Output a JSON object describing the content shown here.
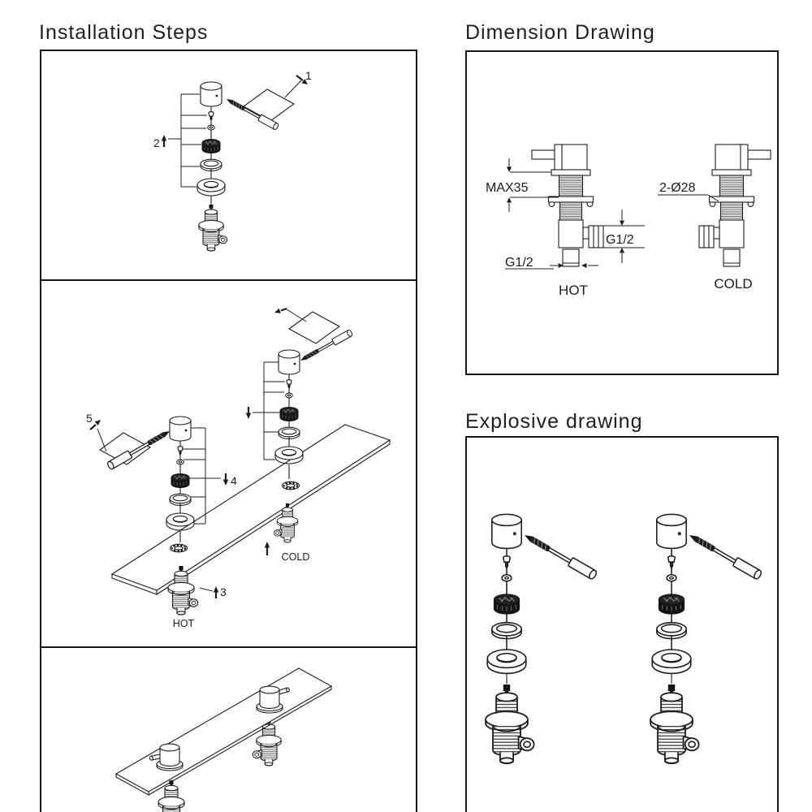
{
  "ink_color": "#1b1b1b",
  "installation": {
    "title": "Installation Steps",
    "step1": "1",
    "step2": "2",
    "step3": "3",
    "step4": "4",
    "step5": "5",
    "hot": "HOT",
    "cold": "COLD"
  },
  "dimension": {
    "title": "Dimension Drawing",
    "max_thickness": "MAX35",
    "hole_spec": "2-Ø28",
    "side_thread": "G1/2",
    "bottom_thread": "G1/2",
    "hot": "HOT",
    "cold": "COLD"
  },
  "explosive": {
    "title": "Explosive drawing"
  }
}
